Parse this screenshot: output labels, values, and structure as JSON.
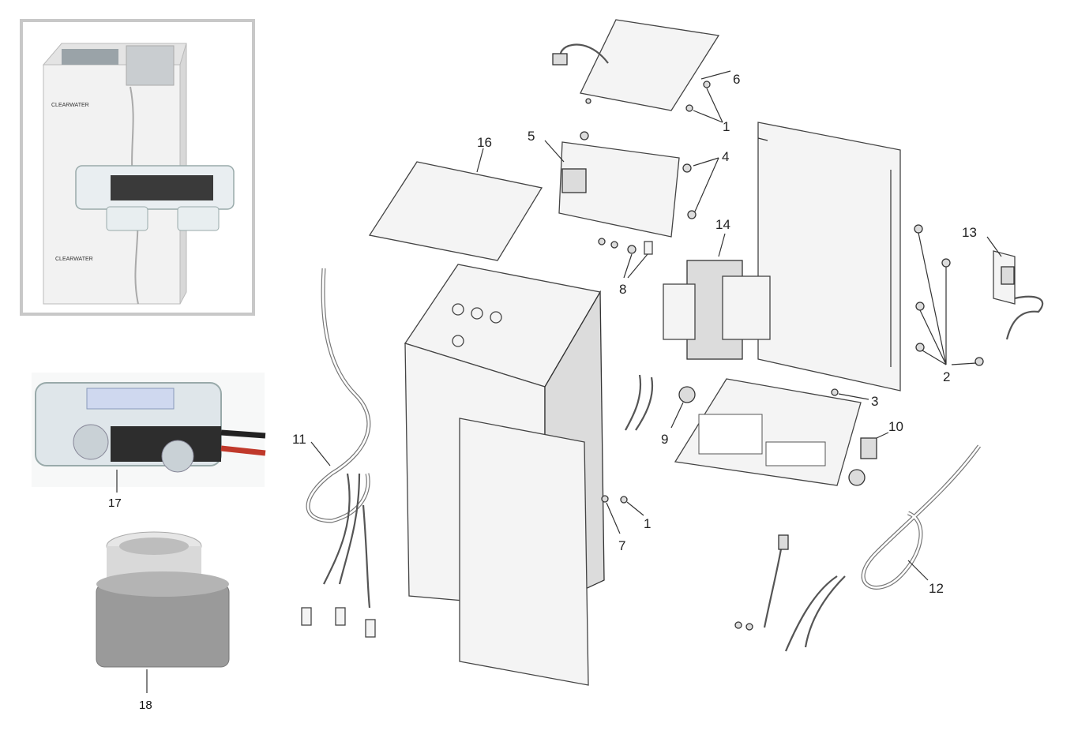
{
  "callouts": {
    "p1a": "1",
    "p1b": "1",
    "p2": "2",
    "p3": "3",
    "p4": "4",
    "p5": "5",
    "p6": "6",
    "p7": "7",
    "p8": "8",
    "p9": "9",
    "p10": "10",
    "p11": "11",
    "p12": "12",
    "p13": "13",
    "p14": "14",
    "p16": "16",
    "p17": "17",
    "p18": "18"
  },
  "product_photo": {
    "brand_label": "CLEARWATER"
  },
  "colors": {
    "photo_frame": "#c8c8c8",
    "line_art": "#444444",
    "cell_wire_red": "#c0392b",
    "cell_wire_black": "#222222"
  }
}
